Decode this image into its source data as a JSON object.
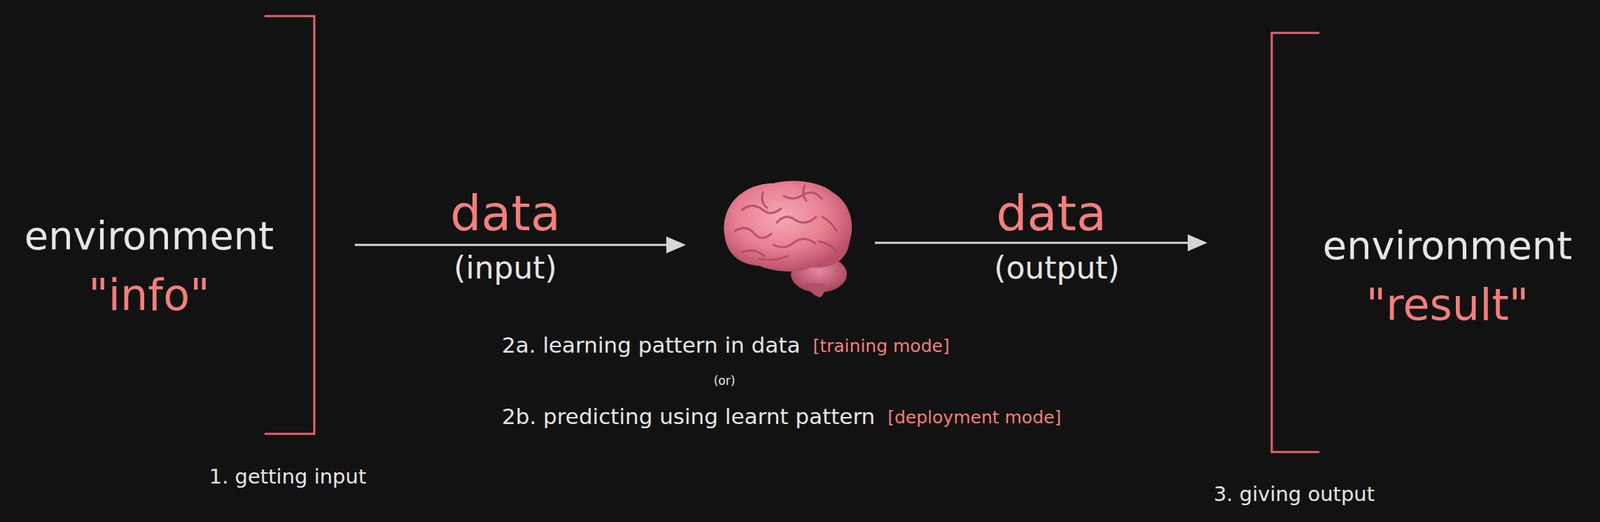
{
  "diagram": {
    "nodes": [
      {
        "text": [
          "environment",
          "\"info\""
        ]
      },
      {
        "text": [
          "environment",
          "\"result\""
        ]
      }
    ],
    "labels": [
      "data",
      "(input)",
      "data",
      "(output)",
      "2a. learning pattern in data",
      "[training mode]",
      "(or)",
      "2b. predicting using learnt pattern",
      "[deployment mode]",
      "1. getting input",
      "3. giving output"
    ]
  }
}
